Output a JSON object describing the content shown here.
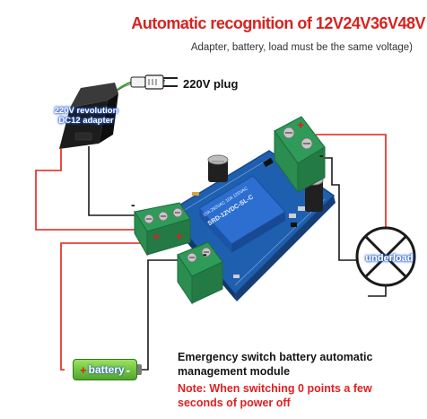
{
  "title": "Automatic recognition of 12V24V36V48V",
  "subtitle": "Adapter, battery, load must be the same voltage)",
  "plug_label": "220V plug",
  "adapter_label": [
    "220V revolution",
    "DC12 adapter"
  ],
  "load_label": "underload",
  "battery": {
    "plus": "+",
    "label": "battery",
    "minus": "-"
  },
  "description": [
    "Emergency switch battery automatic",
    "management module"
  ],
  "note": [
    "Note: When switching 0 points a few",
    "seconds of power off"
  ],
  "relay_text": [
    "SRD-12VDC-SL-C"
  ],
  "terminal_signs": {
    "top_right_plus": "+",
    "top_right_minus": "-",
    "left_minus": "-",
    "left_plus_1": "+",
    "left_plus_2": "+",
    "bottom_minus": "-"
  },
  "colors": {
    "title": "#d8221f",
    "wire_red": "#e32119",
    "wire_black": "#1a1a1a",
    "wire_green": "#3aa63a",
    "pcb": "#1f5fb0",
    "terminal": "#2e9b58",
    "battery": "#5cb832"
  },
  "icons": [
    "ac-adapter-icon",
    "power-plug-icon",
    "relay-board-icon",
    "load-lamp-icon",
    "battery-icon"
  ]
}
